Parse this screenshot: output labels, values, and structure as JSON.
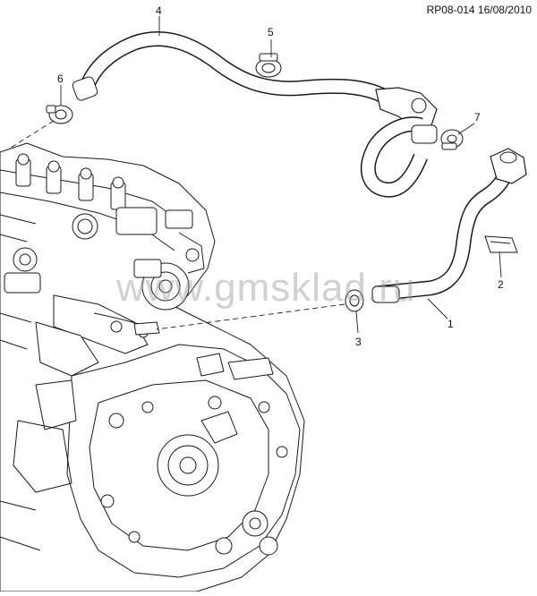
{
  "header": {
    "reference": "RP08-014 16/08/2010"
  },
  "watermark": {
    "text": "www.gmsklad.ru"
  },
  "callouts": {
    "c1": "1",
    "c2": "2",
    "c3": "3",
    "c4": "4",
    "c5": "5",
    "c6": "6",
    "c7": "7"
  },
  "colors": {
    "line": "#1a1a1a",
    "hose_fill": "#ffffff",
    "watermark": "#9a9a9a"
  }
}
